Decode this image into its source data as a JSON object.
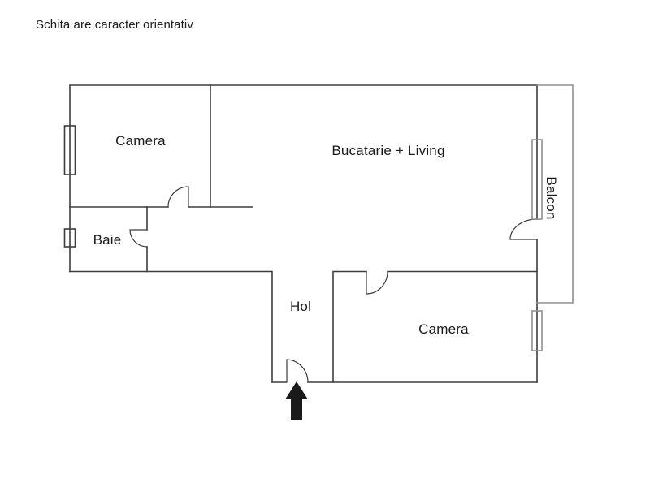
{
  "title": "Schita are caracter orientativ",
  "rooms": {
    "camera_top": {
      "label": "Camera"
    },
    "bucatarie_living": {
      "label": "Bucatarie + Living"
    },
    "balcon": {
      "label": "Balcon"
    },
    "baie": {
      "label": "Baie"
    },
    "hol": {
      "label": "Hol"
    },
    "camera_bottom": {
      "label": "Camera"
    }
  },
  "icons": {
    "entrance_arrow": "up-arrow"
  },
  "colors": {
    "wall": "#3d3d3d",
    "balcony_wall": "#8f8f8f",
    "text": "#1a1a1a",
    "arrow": "#1a1a1a",
    "background": "#ffffff"
  }
}
